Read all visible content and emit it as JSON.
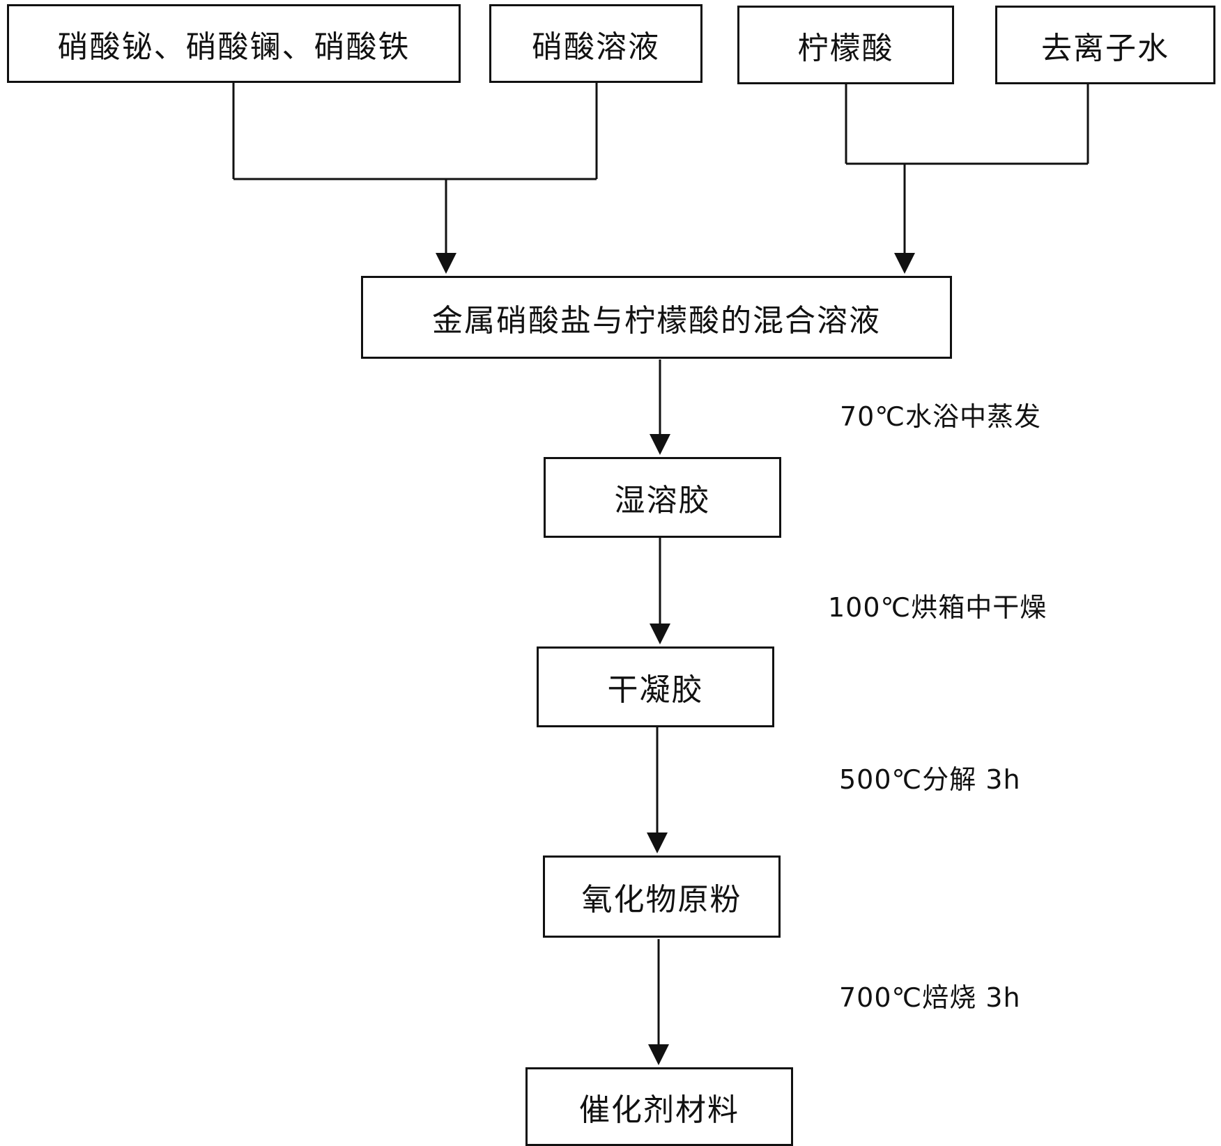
{
  "inputs": {
    "metal_nitrates": "硝酸铋、硝酸镧、硝酸铁",
    "nitric_acid": "硝酸溶液",
    "citric_acid": "柠檬酸",
    "deionized_water": "去离子水"
  },
  "stages": {
    "mixed_solution": "金属硝酸盐与柠檬酸的混合溶液",
    "wet_sol": "湿溶胶",
    "xerogel": "干凝胶",
    "oxide_powder": "氧化物原粉",
    "catalyst": "催化剂材料"
  },
  "steps": {
    "evaporate": "70℃水浴中蒸发",
    "dry": "100℃烘箱中干燥",
    "decompose": "500℃分解 3h",
    "calcine": "700℃焙烧 3h"
  }
}
